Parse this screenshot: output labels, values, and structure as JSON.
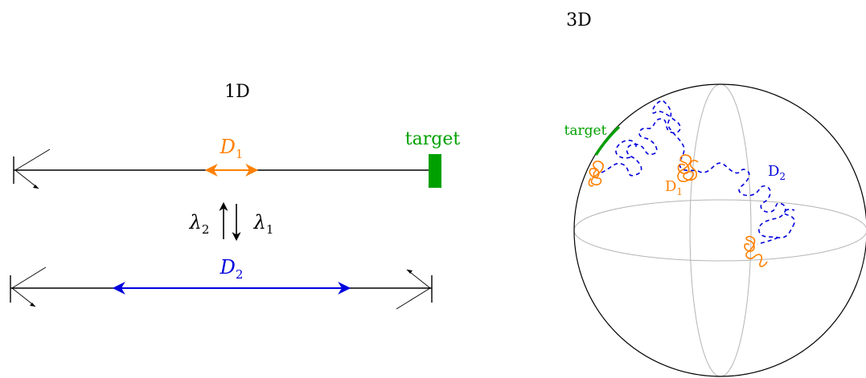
{
  "panels": {
    "one_d": {
      "title": "1D",
      "target_label": "target",
      "diffusion_fast": {
        "symbol": "D",
        "sub": "1"
      },
      "diffusion_slow": {
        "symbol": "D",
        "sub": "2"
      },
      "rate_up": {
        "symbol": "λ",
        "sub": "2"
      },
      "rate_down": {
        "symbol": "λ",
        "sub": "1"
      }
    },
    "three_d": {
      "title": "3D",
      "target_label": "target",
      "d1_label": {
        "symbol": "D",
        "sub": "1"
      },
      "d2_label": {
        "symbol": "D",
        "sub": "2"
      }
    }
  },
  "colors": {
    "d1": "#ff8000",
    "d2": "#0000dd",
    "target": "#00a000",
    "axis": "#000000",
    "sphere_guides": "#b4b4b4"
  }
}
